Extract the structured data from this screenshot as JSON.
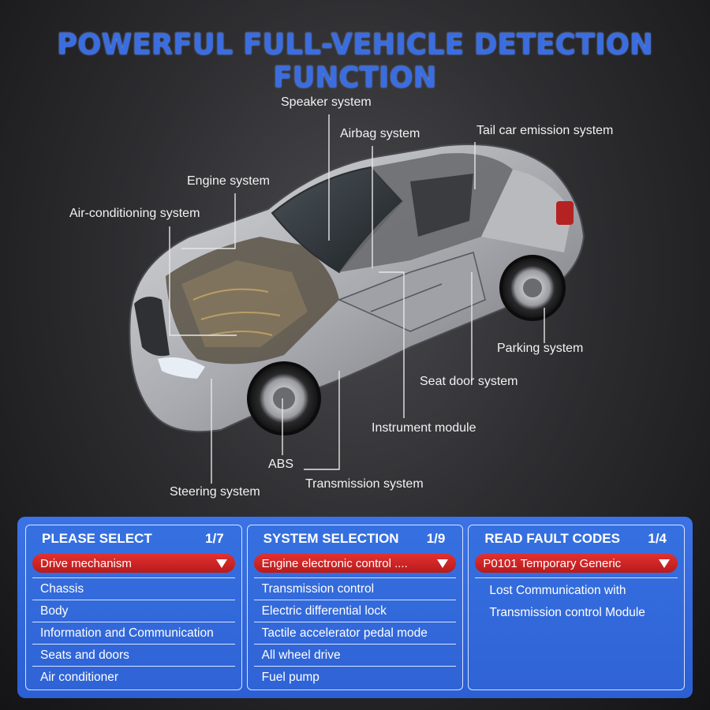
{
  "headline": "POWERFUL FULL-VEHICLE DETECTION FUNCTION",
  "callouts": {
    "speaker": "Speaker system",
    "airbag": "Airbag system",
    "tail": "Tail car emission system",
    "engine": "Engine system",
    "aircon": "Air-conditioning system",
    "parking": "Parking system",
    "seatdoor": "Seat door system",
    "instrument": "Instrument module",
    "abs": "ABS",
    "transmission": "Transmission system",
    "steering": "Steering system"
  },
  "panels": [
    {
      "title": "PLEASE SELECT",
      "page": "1/7",
      "selected": "Drive mechanism",
      "options": [
        "Chassis",
        "Body",
        "Information and Communication",
        "Seats and doors",
        "Air conditioner"
      ]
    },
    {
      "title": "SYSTEM SELECTION",
      "page": "1/9",
      "selected": "Engine electronic control ....",
      "options": [
        "Transmission control",
        "Electric differential lock",
        "Tactile accelerator pedal mode",
        "All wheel drive",
        "Fuel pump"
      ]
    },
    {
      "title": "READ FAULT CODES",
      "page": "1/4",
      "selected": "P0101 Temporary Generic",
      "lines": [
        "Lost Communication with",
        "Transmission control Module"
      ]
    }
  ],
  "colors": {
    "headline": "#3a6de0",
    "panel_bg": "#2f63d6",
    "selected_bg": "#d02424"
  },
  "icons": {
    "dropdown": "triangle-down-icon"
  }
}
